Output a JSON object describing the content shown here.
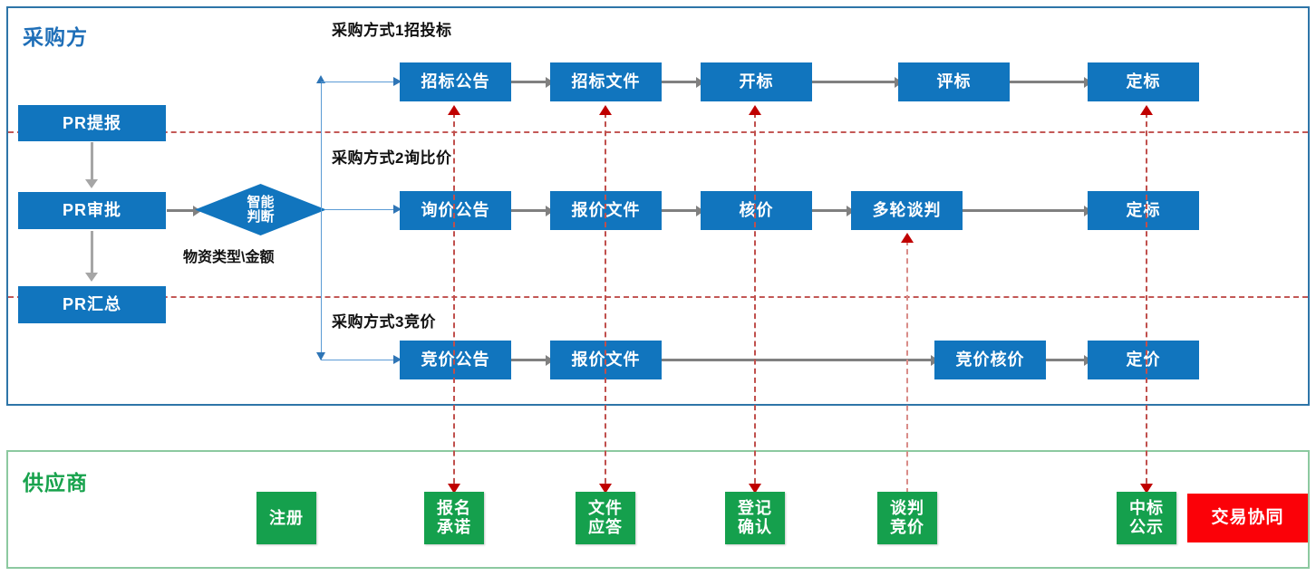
{
  "panels": {
    "buyer": {
      "title": "采购方",
      "accent": "#2E75A8",
      "title_color": "#1F6FB8"
    },
    "supplier": {
      "title": "供应商",
      "accent": "#8CC9A0",
      "title_color": "#17A24C"
    }
  },
  "colors": {
    "node_blue": "#1175BE",
    "node_green": "#15A04D",
    "node_red": "#FB0108",
    "connector_gray": "#808080",
    "branch_blue": "#5B9BD5",
    "dashed_red": "#C0504D"
  },
  "intake": {
    "pr_submit": "PR提报",
    "pr_approve": "PR审批",
    "pr_summary": "PR汇总",
    "decision": "智能\n判断",
    "decision_line1": "智能",
    "decision_line2": "判断",
    "decision_caption": "物资类型\\金额"
  },
  "sections": [
    {
      "label": "采购方式1招投标",
      "steps": [
        "招标公告",
        "招标文件",
        "开标",
        "评标",
        "定标"
      ]
    },
    {
      "label": "采购方式2询比价",
      "steps": [
        "询价公告",
        "报价文件",
        "核价",
        "多轮谈判",
        "定标"
      ]
    },
    {
      "label": "采购方式3竞价",
      "steps": [
        "竞价公告",
        "报价文件",
        "竞价核价",
        "定价"
      ]
    }
  ],
  "supplier_steps": [
    {
      "line1": "注册",
      "line2": "",
      "color": "green"
    },
    {
      "line1": "报名",
      "line2": "承诺",
      "color": "green"
    },
    {
      "line1": "文件",
      "line2": "应答",
      "color": "green"
    },
    {
      "line1": "登记",
      "line2": "确认",
      "color": "green"
    },
    {
      "line1": "谈判",
      "line2": "竞价",
      "color": "green"
    },
    {
      "line1": "中标",
      "line2": "公示",
      "color": "green"
    },
    {
      "line1": "交易协同",
      "line2": "",
      "color": "red"
    }
  ]
}
